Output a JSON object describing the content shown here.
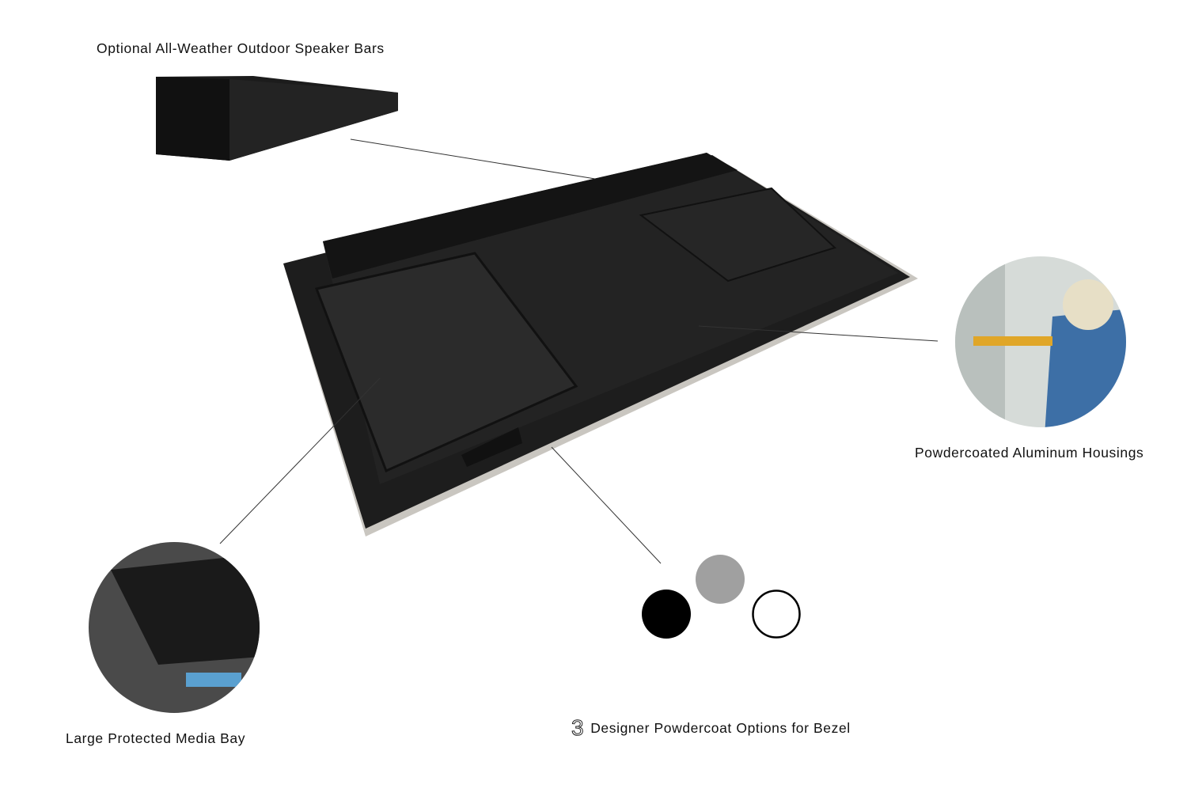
{
  "labels": {
    "speaker_bars": "Optional All-Weather Outdoor Speaker Bars",
    "housing": "Powdercoated Aluminum Housings",
    "media_bay": "Large Protected Media Bay",
    "bezel_count": "3",
    "bezel_options": "Designer Powdercoat Options for Bezel"
  },
  "bezel_colors": [
    {
      "name": "black",
      "hex": "#000000"
    },
    {
      "name": "grey",
      "hex": "#a0a0a0"
    },
    {
      "name": "white",
      "hex": "#ffffff"
    }
  ]
}
